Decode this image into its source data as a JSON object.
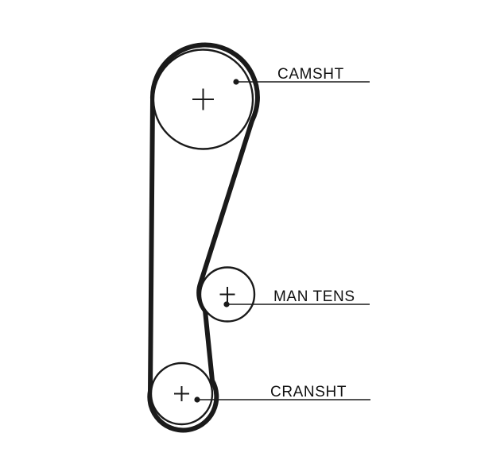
{
  "diagram": {
    "kind": "timing-belt-routing-diagram",
    "background_color": "#ffffff",
    "line_color": "#1a1a1a",
    "pulleys": [
      {
        "id": "camshaft",
        "label": "CAMSHT"
      },
      {
        "id": "manual-tensioner",
        "label": "MAN TENS"
      },
      {
        "id": "crankshaft",
        "label": "CRANSHT"
      }
    ]
  }
}
